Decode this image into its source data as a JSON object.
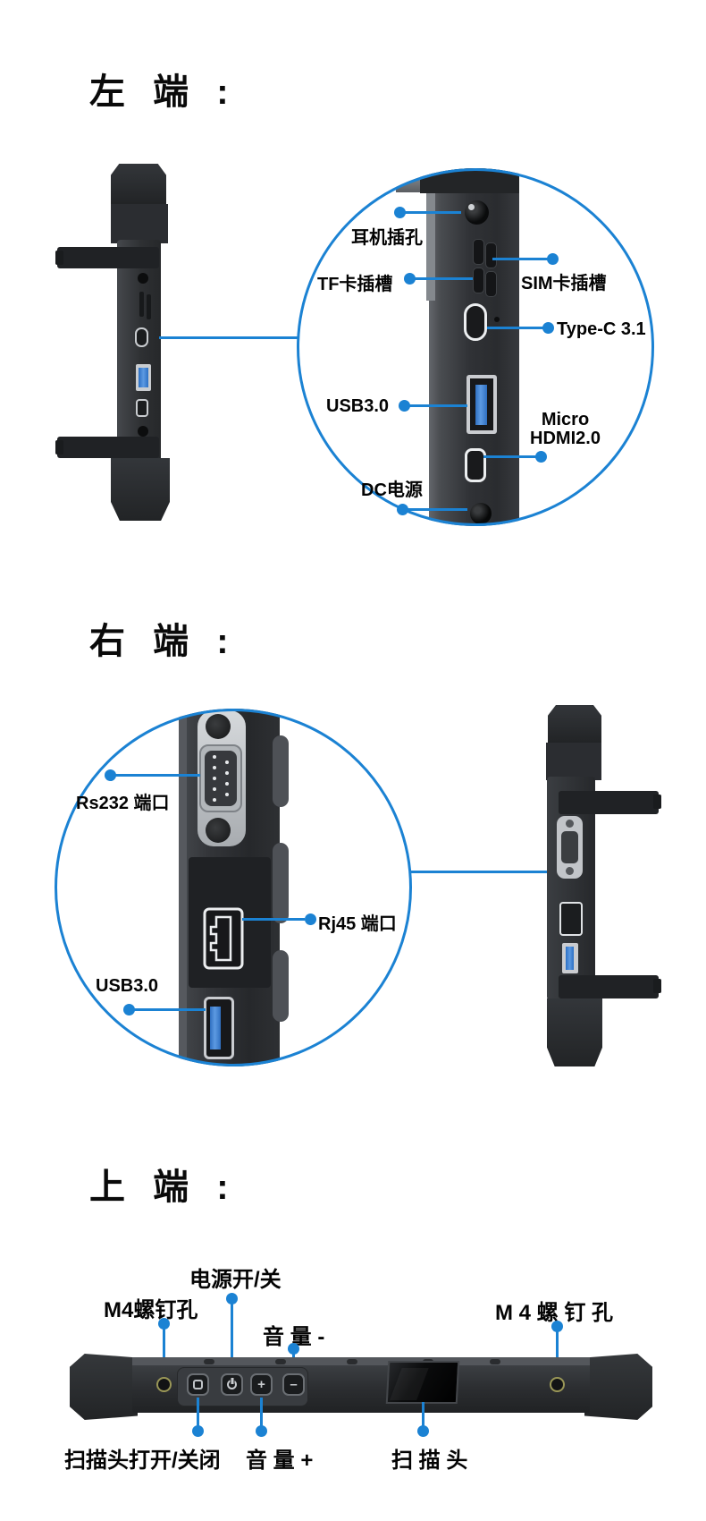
{
  "page": {
    "background": "#ffffff",
    "accent_blue": "#1b82d3",
    "usb_port_blue": "#3f86d8"
  },
  "sections": {
    "left_end": {
      "title": "左 端 :",
      "callouts": {
        "headphone": "耳机插孔",
        "tf_card": "TF卡插槽",
        "sim_card": "SIM卡插槽",
        "type_c": "Type-C 3.1",
        "usb30": "USB3.0",
        "micro_hdmi_line1": "Micro",
        "micro_hdmi_line2": "HDMI2.0",
        "dc_power": "DC电源"
      }
    },
    "right_end": {
      "title": "右 端 :",
      "callouts": {
        "rs232": "Rs232 端口",
        "rj45": "Rj45 端口",
        "usb30": "USB3.0"
      }
    },
    "top_end": {
      "title": "上 端 :",
      "callouts": {
        "power_switch": "电源开/关",
        "m4_screw_left": "M4螺钉孔",
        "volume_minus": "音 量 -",
        "m4_screw_right": "M 4 螺 钉 孔",
        "scanner_toggle": "扫描头打开/关闭",
        "volume_plus": "音 量 +",
        "scanner_head": "扫 描 头"
      },
      "buttons": {
        "plus_glyph": "+",
        "minus_glyph": "–"
      }
    }
  }
}
